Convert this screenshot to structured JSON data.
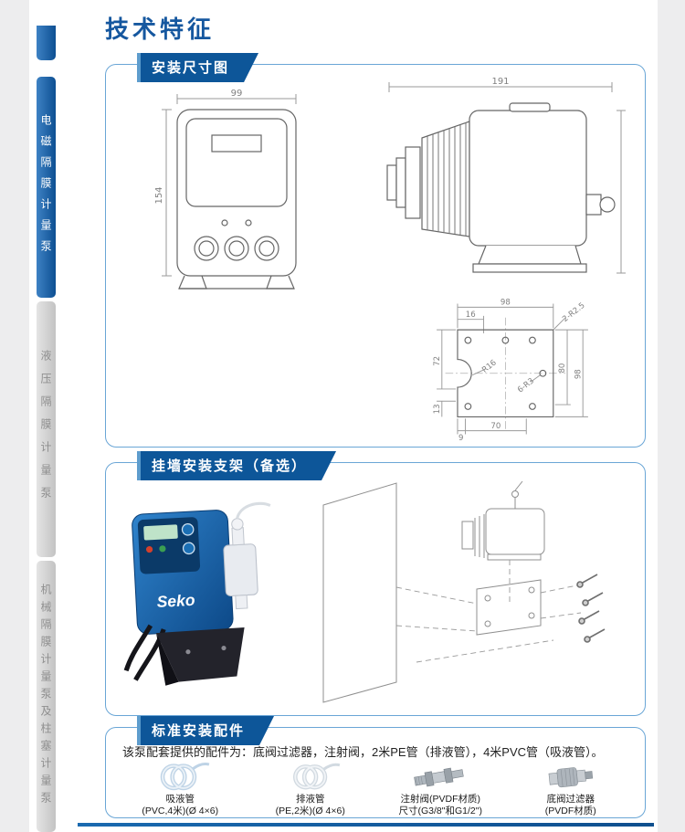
{
  "page": {
    "title": "技术特征"
  },
  "colors": {
    "accent": "#15579f",
    "badge": "#0d5699",
    "tab_active": "#0d4f92"
  },
  "sidebar": {
    "tabs": [
      {
        "label": "电磁隔膜计量泵",
        "active": true
      },
      {
        "label": "液压隔膜计量泵",
        "active": false
      },
      {
        "label": "机械隔膜计量泵及柱塞计量泵",
        "active": false
      }
    ]
  },
  "sections": {
    "dimensions": {
      "title": "安装尺寸图",
      "front_view": {
        "width": "99",
        "height": "154"
      },
      "side_view": {
        "length": "191"
      },
      "mounting_plate": {
        "width_top": "98",
        "offset_top": "16",
        "height_left": "72",
        "height_right_inner": "80",
        "height_right_outer": "98",
        "offset_bottom_left": "13",
        "offset_bottom": "9",
        "width_bottom": "70",
        "notch_radius": "R16",
        "corner_radius": "2-R2.5",
        "hole_radius": "6-R3"
      }
    },
    "bracket": {
      "title": "挂墙安装支架（备选）",
      "brand": "Seko"
    },
    "accessories": {
      "title": "标准安装配件",
      "description": "该泵配套提供的配件为：底阀过滤器，注射阀，2米PE管（排液管），4米PVC管（吸液管）。",
      "items": [
        {
          "name": "吸液管",
          "spec": "(PVC,4米)(Ø 4×6)"
        },
        {
          "name": "排液管",
          "spec": "(PE,2米)(Ø 4×6)"
        },
        {
          "name": "注射阀(PVDF材质)",
          "spec": "尺寸(G3/8\"和G1/2\")"
        },
        {
          "name": "底阀过滤器",
          "spec": "(PVDF材质)"
        }
      ]
    }
  }
}
